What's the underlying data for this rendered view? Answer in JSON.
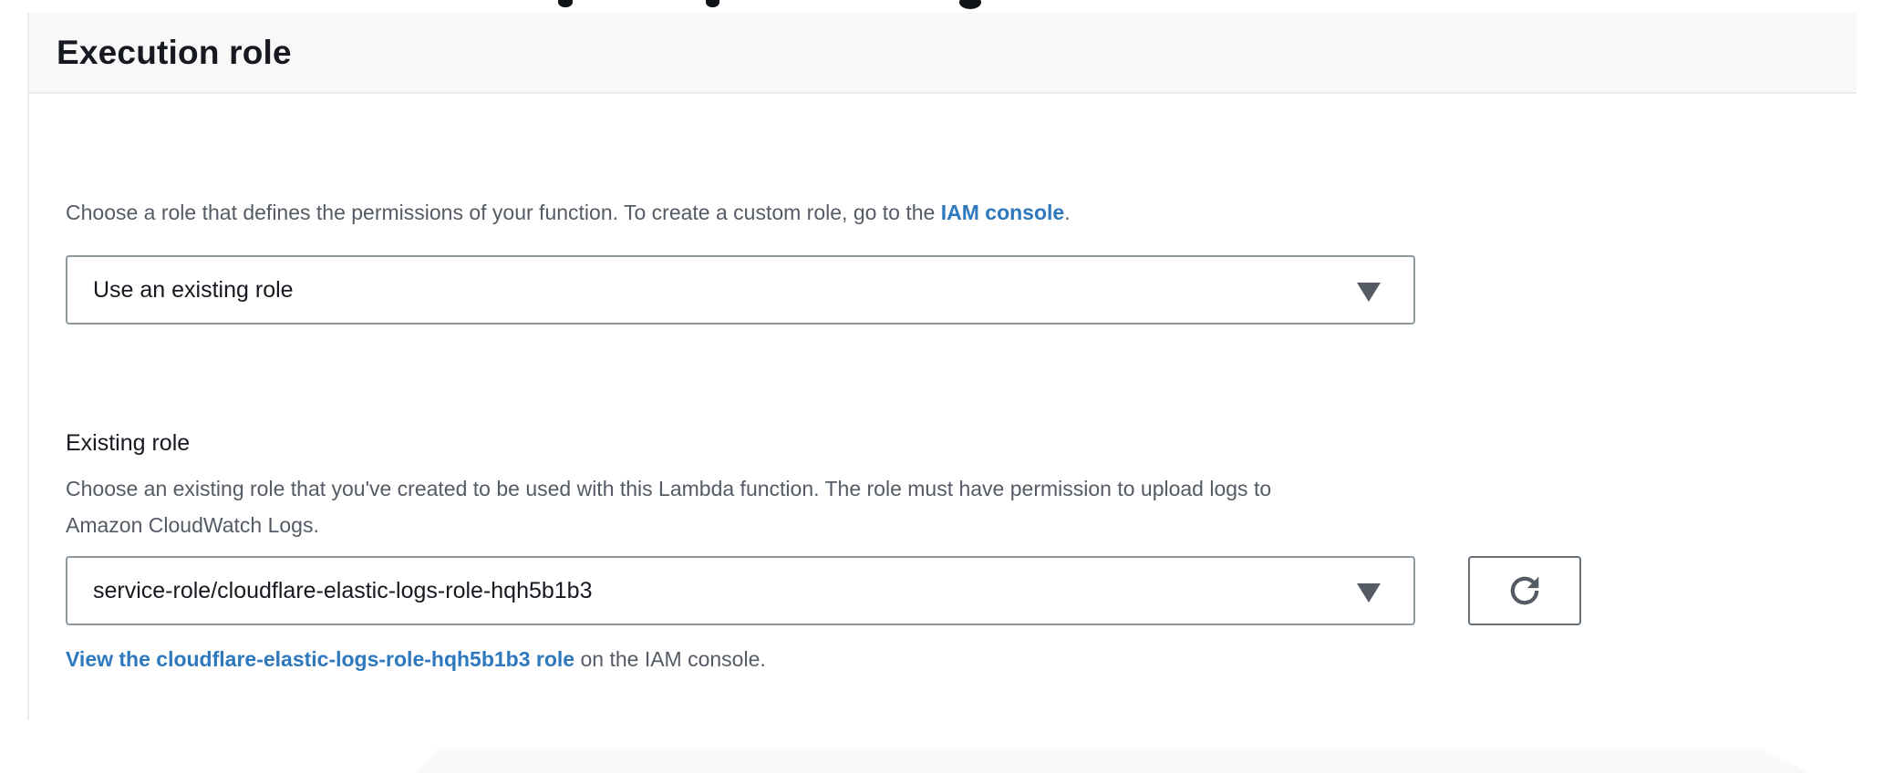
{
  "panel": {
    "title": "Execution role"
  },
  "role_source": {
    "intro_text": "Choose a role that defines the permissions of your function. To create a custom role, go to the ",
    "iam_console_link_label": "IAM console",
    "intro_suffix": ".",
    "selected_value": "Use an existing role"
  },
  "existing_role": {
    "label": "Existing role",
    "description_line1": "Choose an existing role that you've created to be used with this Lambda function. The role must have permission to upload logs to",
    "description_line2": "Amazon CloudWatch Logs.",
    "selected_value": "service-role/cloudflare-elastic-logs-role-hqh5b1b3",
    "view_role_link_label": "View the cloudflare-elastic-logs-role-hqh5b1b3 role",
    "view_role_suffix": " on the IAM console."
  },
  "icons": {
    "dropdown_arrow": "caret-down-icon",
    "refresh": "refresh-icon"
  },
  "colors": {
    "link_blue": "#2e78be",
    "text_dark": "#16191f",
    "text_gray": "#545b64",
    "header_bg": "#f8f8f8",
    "divider": "#eaeded",
    "select_border": "#8d979c",
    "refresh_button_border": "#687078"
  }
}
